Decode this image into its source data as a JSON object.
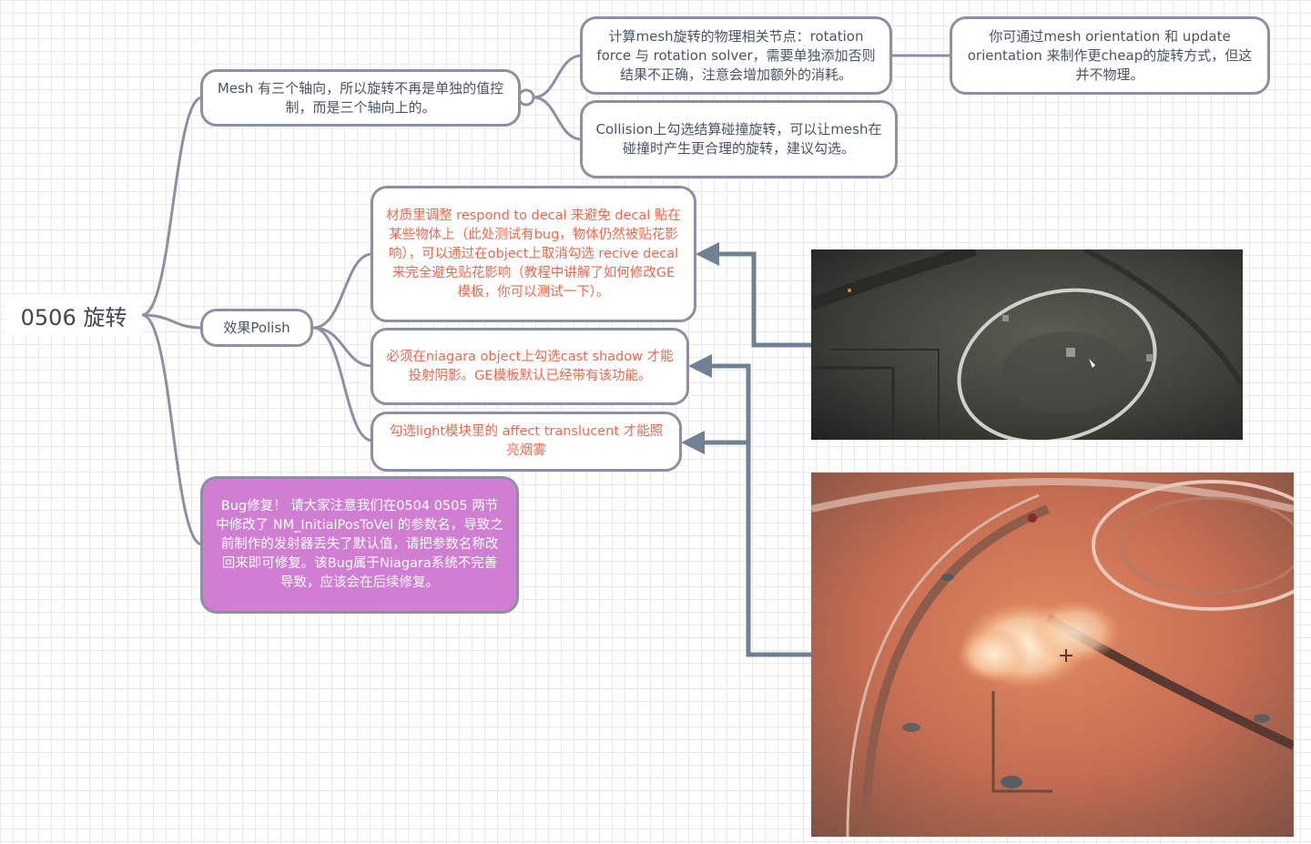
{
  "root": {
    "title": "0506 旋转"
  },
  "nodes": {
    "mesh_axes": "Mesh 有三个轴向，所以旋转不再是单独的值控制，而是三个轴向上的。",
    "rotation_nodes": "计算mesh旋转的物理相关节点：rotation force 与 rotation solver，需要单独添加否则结果不正确，注意会增加额外的消耗。",
    "orientation_tip": "你可通过mesh orientation 和 update orientation 来制作更cheap的旋转方式，但这并不物理。",
    "collision_tip": "Collision上勾选结算碰撞旋转，可以让mesh在碰撞时产生更合理的旋转，建议勾选。",
    "polish": "效果Polish",
    "decal_tip": "材质里调整 respond to decal 来避免 decal 贴在某些物体上（此处测试有bug，物体仍然被贴花影响），可以通过在object上取消勾选 recive decal来完全避免贴花影响（教程中讲解了如何修改GE模板，你可以测试一下）。",
    "shadow_tip": "必须在niagara object上勾选cast shadow 才能投射阴影。GE模板默认已经带有该功能。",
    "light_tip": "勾选light模块里的 affect translucent 才能照亮烟雾",
    "bug_fix": "Bug修复！ 请大家注意我们在0504 0505 两节中修改了 NM_InitialPosToVel 的参数名，导致之前制作的发射器丢失了默认值，请把参数名称改回来即可修复。该Bug属于Niagara系统不完善导致，应该会在后续修复。"
  },
  "colors": {
    "connector": "#8e8ea6",
    "arrow": "#6f8193",
    "orange_text": "#f0694f",
    "purple_fill": "#d07ed2",
    "body_text": "#4a5468"
  },
  "images": {
    "top_shot": "game-screenshot-dark-floor-ring",
    "bottom_shot": "game-screenshot-orange-lit-smoke"
  }
}
